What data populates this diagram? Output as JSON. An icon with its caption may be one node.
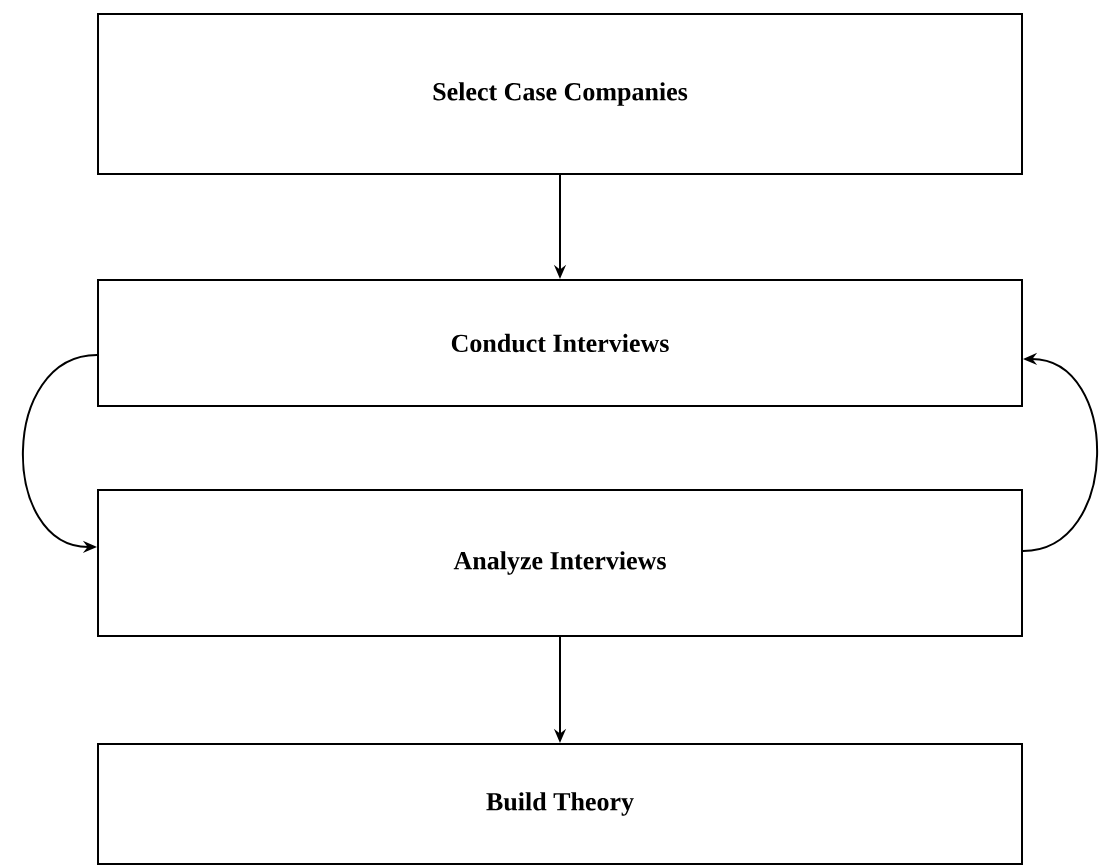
{
  "diagram": {
    "nodes": [
      {
        "text": [
          "Select Case Companies"
        ]
      },
      {
        "text": [
          "Conduct Interviews"
        ]
      },
      {
        "text": [
          "Analyze Interviews"
        ]
      },
      {
        "text": [
          "Build Theory"
        ]
      }
    ],
    "edges": [
      {
        "from": 0,
        "to": 1,
        "arrow": "to"
      },
      {
        "from": 1,
        "to": 2,
        "arrow": "to"
      },
      {
        "from": 2,
        "to": 1,
        "arrow": "to"
      },
      {
        "from": 2,
        "to": 3,
        "arrow": "to"
      }
    ]
  }
}
